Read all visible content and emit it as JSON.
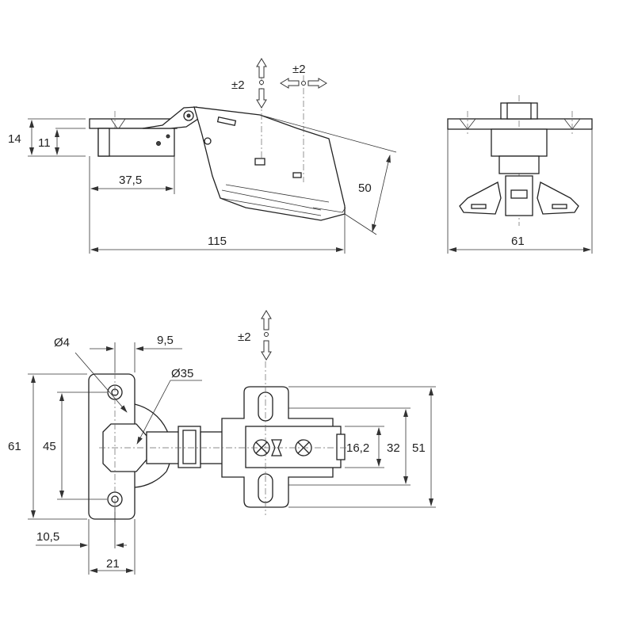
{
  "dimensions": {
    "side_view": {
      "height_14": "14",
      "height_11": "11",
      "length_37_5": "37,5",
      "length_115": "115",
      "arm_50": "50",
      "adjust_vertical": "±2",
      "adjust_horizontal": "±2"
    },
    "end_view": {
      "width_61": "61"
    },
    "top_view": {
      "hole_dia": "Ø4",
      "offset_9_5": "9,5",
      "cup_dia": "Ø35",
      "height_61": "61",
      "spacing_45": "45",
      "offset_10_5": "10,5",
      "width_21": "21",
      "plate_16_2": "16,2",
      "plate_32": "32",
      "plate_51": "51",
      "adjust_vertical": "±2"
    }
  }
}
